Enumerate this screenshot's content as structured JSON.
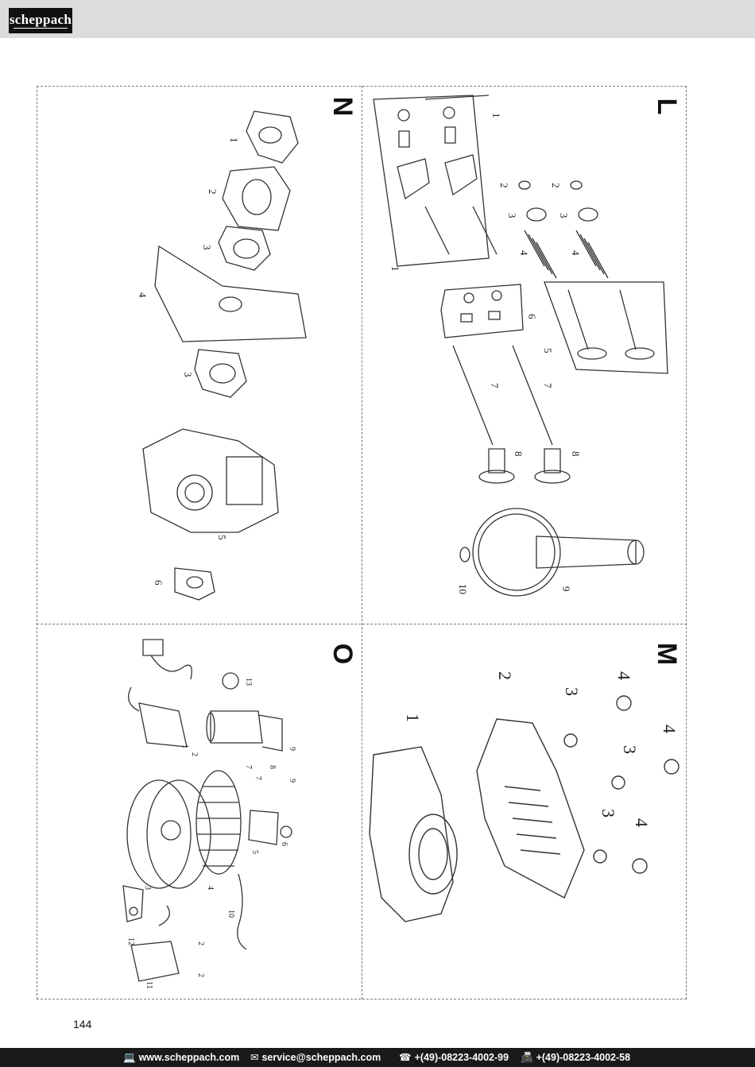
{
  "header": {
    "brand": "scheppach"
  },
  "sections": {
    "N": {
      "letter": "N",
      "labels": [
        "1",
        "2",
        "3",
        "4",
        "3",
        "5",
        "6"
      ]
    },
    "L": {
      "letter": "L",
      "labels": [
        "1",
        "1",
        "2",
        "2",
        "3",
        "3",
        "4",
        "4",
        "6",
        "5",
        "7",
        "7",
        "8",
        "8",
        "9",
        "10"
      ]
    },
    "O": {
      "letter": "O",
      "labels": [
        "1",
        "2",
        "3",
        "4",
        "5",
        "6",
        "7",
        "7",
        "8",
        "9",
        "9",
        "10",
        "11",
        "12",
        "13",
        "2",
        "2"
      ]
    },
    "M": {
      "letter": "M",
      "labels": [
        "1",
        "2",
        "3",
        "3",
        "3",
        "4",
        "4",
        "4"
      ]
    }
  },
  "page_number": "144",
  "footer": {
    "website": "www.scheppach.com",
    "email": "service@scheppach.com",
    "phone": "+(49)-08223-4002-99",
    "fax": "+(49)-08223-4002-58",
    "website_icon": "computer-icon",
    "email_icon": "envelope-icon",
    "phone_icon": "telephone-icon",
    "fax_icon": "fax-icon"
  }
}
